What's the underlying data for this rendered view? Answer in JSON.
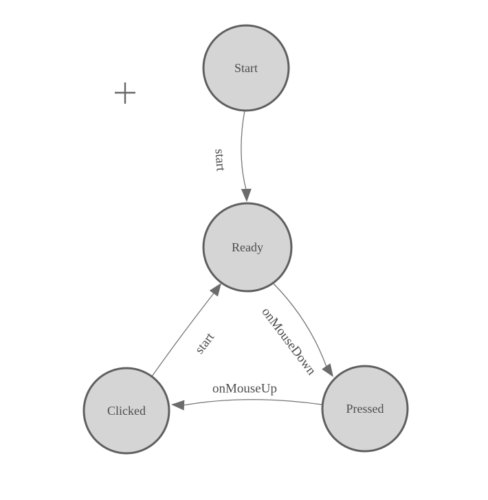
{
  "app": {
    "background": "#ffffff"
  },
  "colors": {
    "node_fill": "#d5d5d5",
    "node_stroke": "#5f5f5f",
    "edge_stroke": "#757575",
    "arrow_fill": "#6b6b6b",
    "label_color": "#4d4d4d",
    "crosshair_color": "#676767"
  },
  "diagram": {
    "type": "state-machine",
    "nodes": [
      {
        "id": "start",
        "label": "Start"
      },
      {
        "id": "ready",
        "label": "Ready"
      },
      {
        "id": "clicked",
        "label": "Clicked"
      },
      {
        "id": "pressed",
        "label": "Pressed"
      }
    ],
    "edges": [
      {
        "from": "start",
        "to": "ready",
        "label": "start"
      },
      {
        "from": "clicked",
        "to": "ready",
        "label": "start"
      },
      {
        "from": "ready",
        "to": "pressed",
        "label": "onMouseDown"
      },
      {
        "from": "pressed",
        "to": "clicked",
        "label": "onMouseUp"
      }
    ]
  }
}
